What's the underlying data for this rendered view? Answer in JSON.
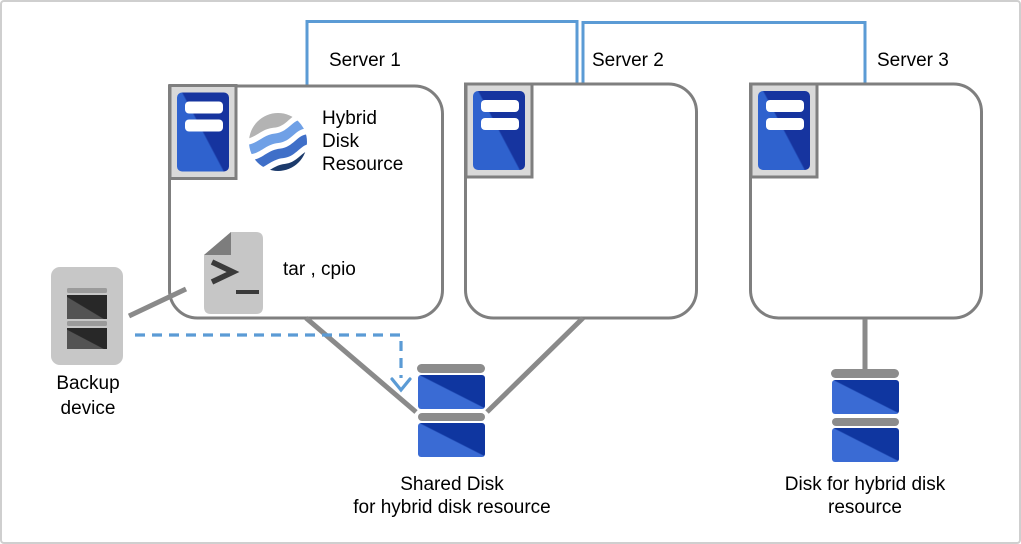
{
  "servers": [
    {
      "label": "Server 1"
    },
    {
      "label": "Server 2"
    },
    {
      "label": "Server 3"
    }
  ],
  "server1_contents": {
    "resource_label": "Hybrid\nDisk\nResource",
    "archive_tools_label": "tar , cpio"
  },
  "backup_device": {
    "label": "Backup\ndevice"
  },
  "shared_disk": {
    "label": "Shared Disk\nfor hybrid disk resource"
  },
  "hybrid_disk": {
    "label": "Disk for hybrid disk\nresource"
  },
  "icons": {
    "server-icon": "blue server tower with two white slots in gray frame",
    "hybrid-disk-resource-icon": "sphere logo with gray cap and blue waves",
    "script-file-icon": "gray document with folded corner and terminal prompt >_",
    "backup-device-icon": "gray tape backup drive with dark cartridge slots",
    "shared-disk-icon": "stacked blue disk with gray caps",
    "hybrid-disk-icon": "stacked blue disk with gray caps",
    "arrow-down-icon": "dashed blue arrow pointing to shared disk"
  },
  "colors": {
    "connector_blue": "#5B9BD5",
    "dashed_arrow_blue": "#5B9BD5",
    "line_gray": "#8A8A8A",
    "box_border_gray": "#7F7F7F",
    "icon_frame_fill": "#D9D9D9",
    "server_blue_light": "#2F62CE",
    "server_blue_dark": "#16349F",
    "disk_blue_light": "#3A6BD4",
    "disk_blue_dark": "#0F36A0",
    "disk_cap_gray": "#8C8C8C",
    "logo_gray": "#B3B3B3",
    "logo_light_blue": "#6FA0E6",
    "logo_mid_blue": "#3F6FC8",
    "logo_navy": "#1C3A6B",
    "page_gray": "#C6C6C6",
    "fold_gray": "#7D7D7D"
  }
}
